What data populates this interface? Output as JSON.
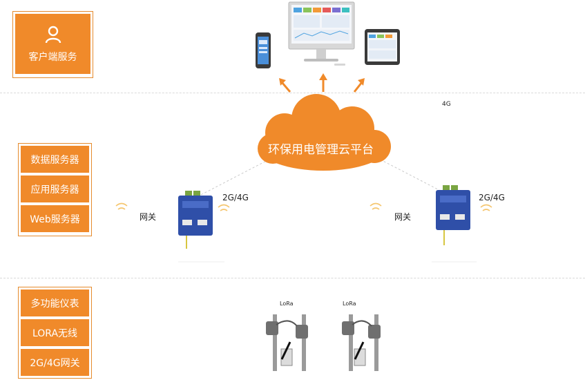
{
  "side_panels": {
    "client": {
      "items": [
        "客户端服务"
      ]
    },
    "servers": {
      "items": [
        "数据服务器",
        "应用服务器",
        "Web服务器"
      ]
    },
    "devices": {
      "items": [
        "多功能仪表",
        "LORA无线",
        "2G/4G网关"
      ]
    }
  },
  "cloud": {
    "label": "环保用电管理云平台"
  },
  "network_labels": {
    "top_right": "4G",
    "left_link": "2G/4G",
    "right_link": "2G/4G",
    "left_gateway": "网关",
    "right_gateway": "网关",
    "lora_1": "LoRa",
    "lora_2": "LoRa"
  },
  "colors": {
    "accent": "#f08a2a",
    "gateway": "#2f4fa8"
  },
  "icons": [
    "person-icon",
    "cloud-icon",
    "wifi-signal-icon",
    "arrow-up-icon",
    "smartphone-icon",
    "desktop-monitor-icon",
    "tablet-icon",
    "gateway-device-icon",
    "meter-device-icon"
  ]
}
